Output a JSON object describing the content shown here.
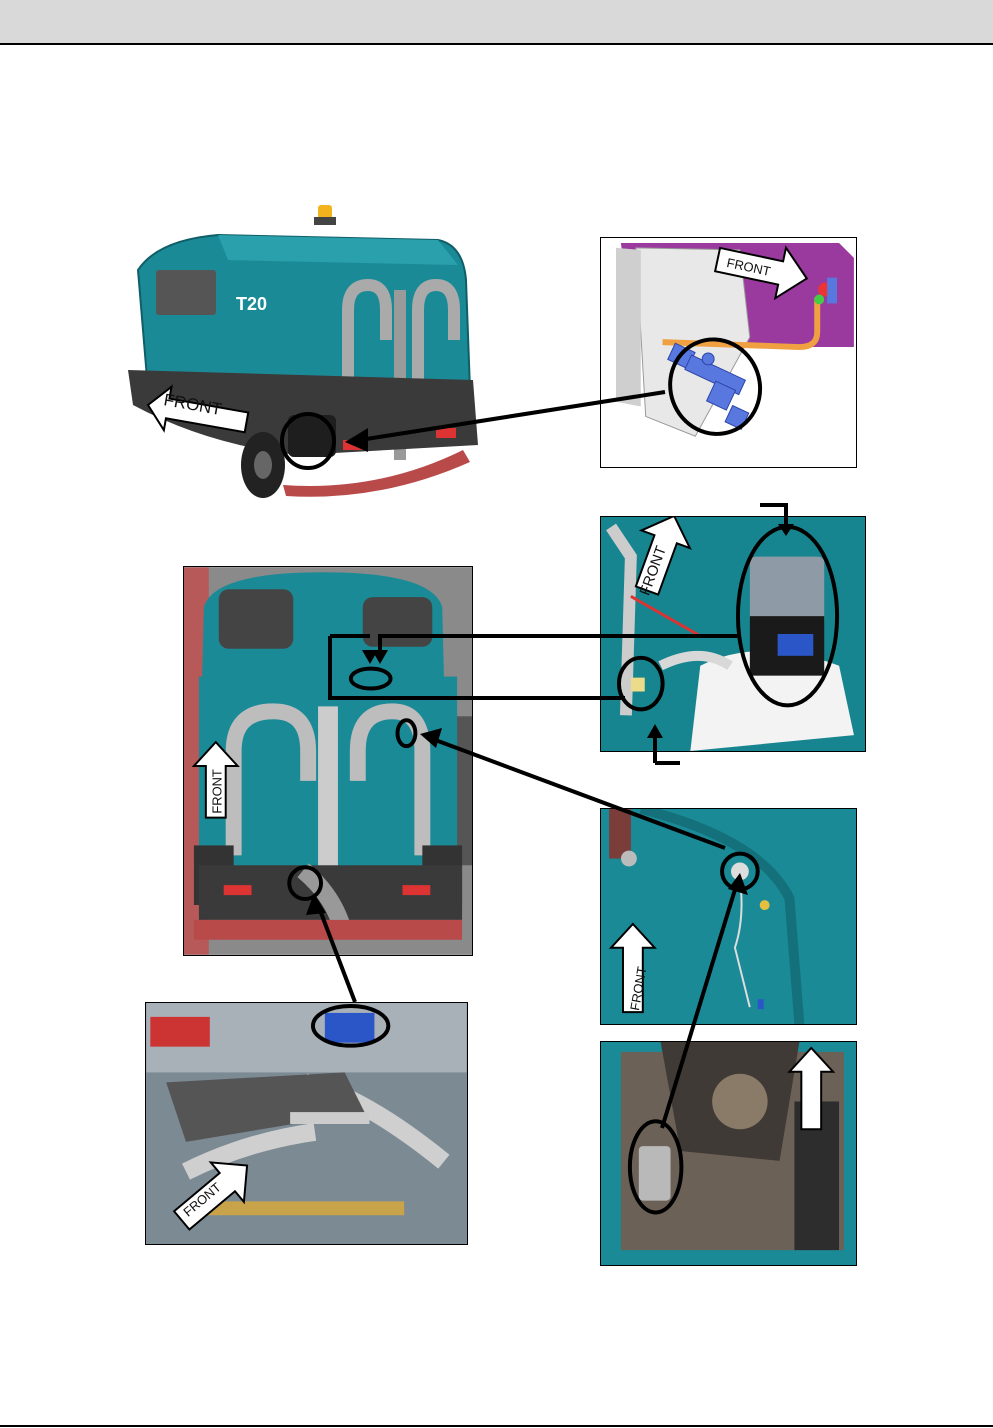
{
  "labels": {
    "front": "FRONT"
  },
  "figures": [
    {
      "name": "machine-rear-three-quarter-photo",
      "caption": ""
    },
    {
      "name": "water-valve-diagram",
      "caption": ""
    },
    {
      "name": "pump-motor-photo",
      "caption": ""
    },
    {
      "name": "machine-rear-view-photo",
      "caption": ""
    },
    {
      "name": "float-switch-photo",
      "caption": ""
    },
    {
      "name": "float-detail-photo",
      "caption": ""
    },
    {
      "name": "squeegee-linkage-photo",
      "caption": ""
    }
  ],
  "colors": {
    "machine_teal": "#1b8a97",
    "machine_dark": "#2b2b2b",
    "valve_blue": "#5878e0",
    "hose_orange": "#f0a040",
    "enclosure_purple": "#9a3a9e",
    "header_gray": "#d9d9d9"
  }
}
